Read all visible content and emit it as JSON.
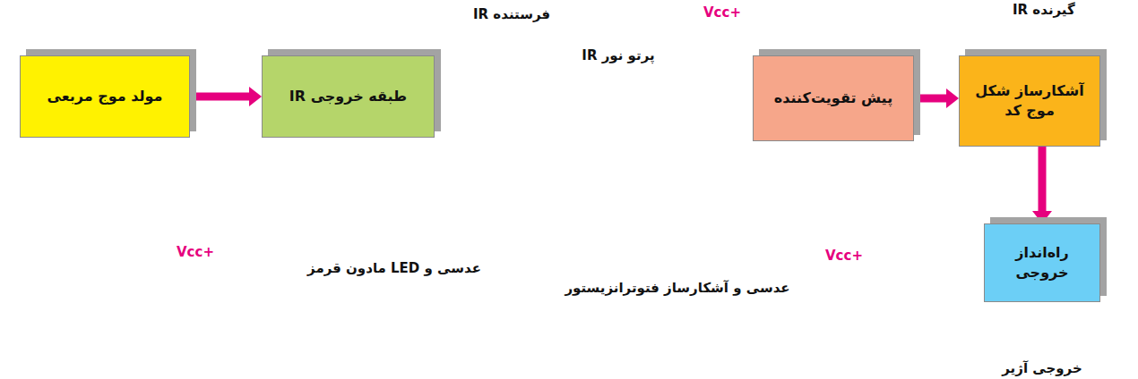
{
  "diagram": {
    "nodes": [
      {
        "text": [
          "فرستنده IR"
        ]
      },
      {
        "text": [
          "مولد موج مربعی"
        ],
        "in": 0
      },
      {
        "text": [
          "طبقه خروجی IR"
        ],
        "in": 0
      },
      {
        "text": [
          "گیرنده IR"
        ]
      },
      {
        "text": [
          "پیش تقویت‌کننده"
        ],
        "in": 3
      },
      {
        "text": [
          "آشکارساز شکل موج کد"
        ],
        "in": 3
      },
      {
        "text": [
          "راه‌انداز خروجی"
        ],
        "in": 3
      }
    ],
    "edges": [
      {
        "from": 1,
        "to": 2,
        "arrow": "to"
      },
      {
        "from": 4,
        "to": 5,
        "arrow": "to"
      },
      {
        "from": 5,
        "to": 6,
        "arrow": "to"
      }
    ],
    "labels": [
      "پرتو نور IR",
      "+Vcc",
      "عدسی و LED مادون قرمز",
      "+Vcc",
      "عدسی و آشکارساز فتوترانزیستور",
      "+Vcc",
      "خروجی آژیر"
    ]
  }
}
